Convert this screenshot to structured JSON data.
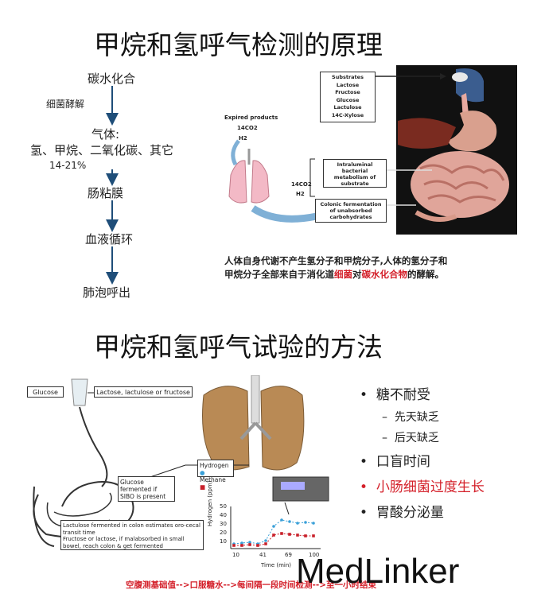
{
  "section1": {
    "title": "甲烷和氢呼气检测的原理",
    "flow": {
      "step1": "碳水化合",
      "label1": "细菌酵解",
      "step2_line1": "气体:",
      "step2_line2": "氢、甲烷、二氧化碳、其它",
      "percent": "14-21%",
      "step3": "肠粘膜",
      "step4": "血液循环",
      "step5": "肺泡呼出"
    },
    "figure": {
      "substrates_list": [
        "Substrates",
        "Lactose",
        "Fructose",
        "Glucose",
        "Lactulose",
        "14C-Xylose"
      ],
      "expired_title": "Expired products",
      "expired_co2": "14CO2",
      "expired_h2": "H2",
      "mid_co2": "14CO2",
      "mid_h2": "H2",
      "intraluminal": "Intraluminal bacterial metabolism of substrate",
      "colonic": "Colonic fermentation of unabsorbed carbohydrates"
    },
    "caption_line1": "人体自身代谢不产生氢分子和甲烷分子,人体的氢分子和",
    "caption_line2_a": "甲烷分子全部来自于消化道",
    "caption_line2_b": "细菌",
    "caption_line2_c": "对",
    "caption_line2_d": "碳水化合物",
    "caption_line2_e": "的酵解。"
  },
  "section2": {
    "title": "甲烷和氢呼气试验的方法",
    "figure": {
      "glucose": "Glucose",
      "other_sugars": "Lactose, lactulose or fructose",
      "glucose_note": "Glucose fermented if SIBO is present",
      "lactulose_note": "Lactulose fermented in colon estimates oro-cecal transit time",
      "fructose_note": "Fructose or lactose, if malabsorbed in small bowel, reach colon & get fermented",
      "legend_hydrogen": "Hydrogen",
      "legend_methane": "Methane",
      "y_axis": "Hydrogen (ppm)",
      "x_axis": "Time (min)",
      "y_ticks": [
        "50",
        "40",
        "30",
        "20",
        "10"
      ],
      "x_ticks": [
        "10",
        "41",
        "69",
        "100"
      ]
    },
    "bullets": {
      "b1": "糖不耐受",
      "b1a": "先天缺乏",
      "b1b": "后天缺乏",
      "b2": "口盲时间",
      "b3": "小肠细菌过度生长",
      "b4": "胃酸分泌量"
    },
    "footer": "空腹测基础值-->口服糖水-->每间隔一段时间检测-->至一小时结束"
  },
  "watermark": "MedLinker",
  "colors": {
    "red": "#d4202a",
    "hydrogen": "#3aa0d8",
    "methane": "#c8202a"
  }
}
